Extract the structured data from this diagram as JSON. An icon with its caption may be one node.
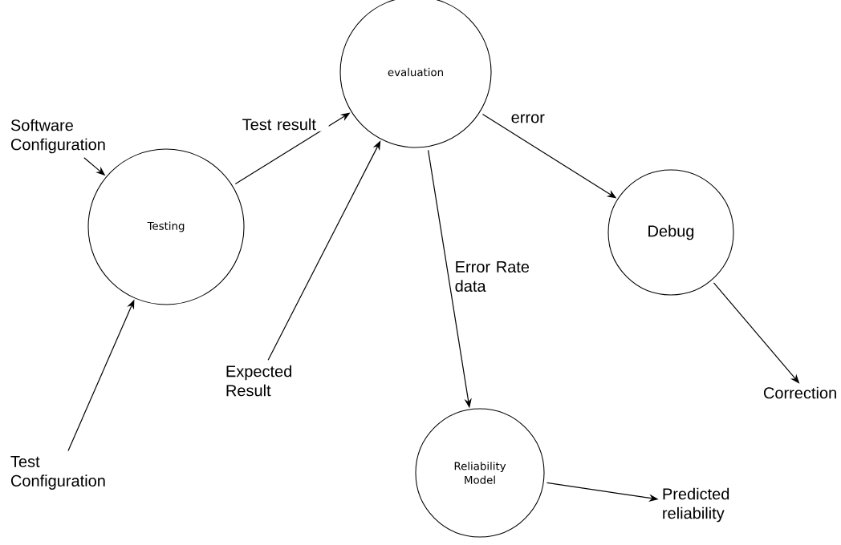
{
  "diagram": {
    "nodes": [
      {
        "text": [
          "Software Configuration"
        ]
      },
      {
        "text": [
          "Testing"
        ]
      },
      {
        "text": [
          "Test Configuration"
        ]
      },
      {
        "text": [
          "evaluation"
        ]
      },
      {
        "text": [
          "Expected Result"
        ]
      },
      {
        "text": [
          "Debug"
        ]
      },
      {
        "text": [
          "Reliability Model"
        ]
      },
      {
        "text": [
          "Correction"
        ]
      },
      {
        "text": [
          "Predicted reliability"
        ]
      }
    ],
    "edges": [
      {
        "from": 0,
        "to": 1,
        "arrow": "to"
      },
      {
        "from": 2,
        "to": 1,
        "arrow": "to"
      },
      {
        "from": 1,
        "to": 3,
        "arrow": "to",
        "label": "Test result"
      },
      {
        "from": 4,
        "to": 3,
        "arrow": "to"
      },
      {
        "from": 3,
        "to": 5,
        "arrow": "to",
        "label": "error"
      },
      {
        "from": 3,
        "to": 6,
        "arrow": "to",
        "label": "Error Rate data"
      },
      {
        "from": 5,
        "to": 7,
        "arrow": "to"
      },
      {
        "from": 6,
        "to": 8,
        "arrow": "to"
      }
    ]
  }
}
